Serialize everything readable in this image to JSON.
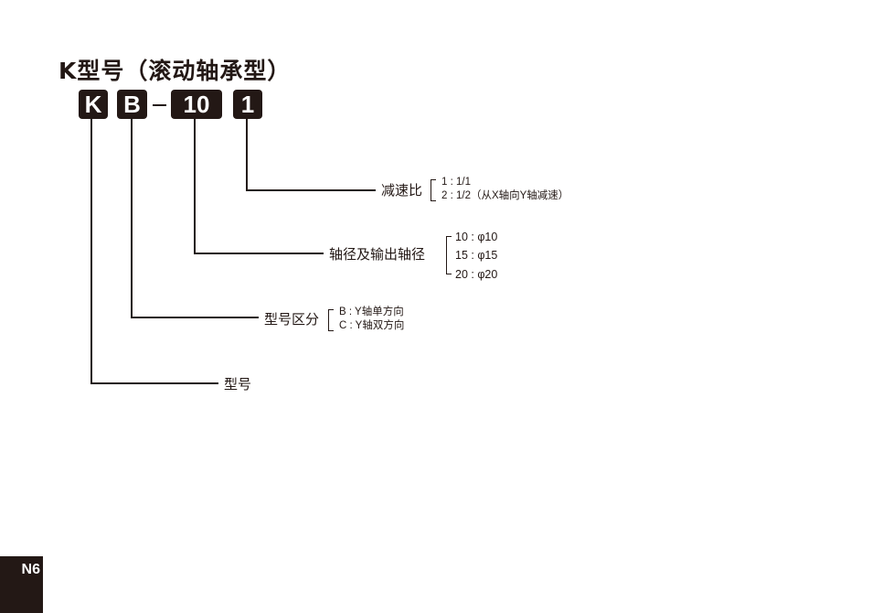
{
  "title": "K型号（滚动轴承型）",
  "code": {
    "segments": [
      "K",
      "B",
      "10",
      "1"
    ],
    "separator": "-"
  },
  "callouts": {
    "reduction": {
      "label": "减速比",
      "options": [
        "1 :  1/1",
        "2 :  1/2（从X轴向Y轴减速）"
      ]
    },
    "shaft": {
      "label": "轴径及输出轴径",
      "options": [
        "10 : φ10",
        "15 : φ15",
        "20 : φ20"
      ]
    },
    "type_class": {
      "label": "型号区分",
      "options": [
        "B : Y轴单方向",
        "C : Y轴双方向"
      ]
    },
    "model": {
      "label": "型号"
    }
  },
  "page": {
    "number": "N6"
  }
}
